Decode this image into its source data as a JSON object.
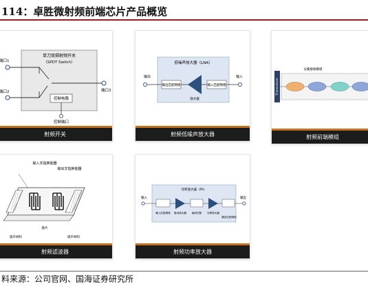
{
  "header": {
    "title": "114：卓胜微射频前端芯片产品概览"
  },
  "footer": {
    "source": "料来源：公司官网、国海证券研究所"
  },
  "cards": [
    {
      "caption": "射频开关",
      "labels": {
        "heading": "单刀双掷射频开关",
        "subheading": "（SPDT Switch）",
        "port1": "端口1",
        "port2": "端口2",
        "port3": "端口3",
        "control_circuit": "控制电路",
        "control_port": "控制端口"
      }
    },
    {
      "caption": "射频低噪声放大器",
      "labels": {
        "heading": "低噪声放大器（LNA）",
        "output": "输出",
        "input": "输入",
        "output_match": "输出匹配网络",
        "input_match": "输入匹配网络",
        "amplifier": "放大器"
      }
    },
    {
      "caption": "射频前端模组",
      "labels": {
        "heading": "分集接收模组",
        "transceiver": "Transceiver"
      }
    },
    {
      "caption": "射频滤波器",
      "labels": {
        "input_transducer": "输入叉指换能器",
        "output_transducer": "输出叉指换能器",
        "substrate": "基片",
        "absorber_left": "吸声材料",
        "absorber_right": "吸声材料"
      }
    },
    {
      "caption": "射频功率放大器",
      "labels": {
        "heading": "功率放大器（PA）",
        "input": "输入",
        "output": "输出",
        "input_match": "输入匹配网络",
        "driver_amp": "驱动放大器",
        "interstage_match": "级间匹配",
        "power_amp": "功率放大器",
        "output_match": "输出匹配网络"
      }
    }
  ],
  "colors": {
    "title_rule": "#9c1b1f",
    "caption_bg": "#1c1c1c",
    "caption_accent": "#c8731f",
    "amp_blue": "#2c4f7c",
    "panel_blue": "#dde6f2",
    "module_orange": "#f0b070",
    "module_blue": "#8fa7d8",
    "module_teal": "#7fd3c8"
  }
}
